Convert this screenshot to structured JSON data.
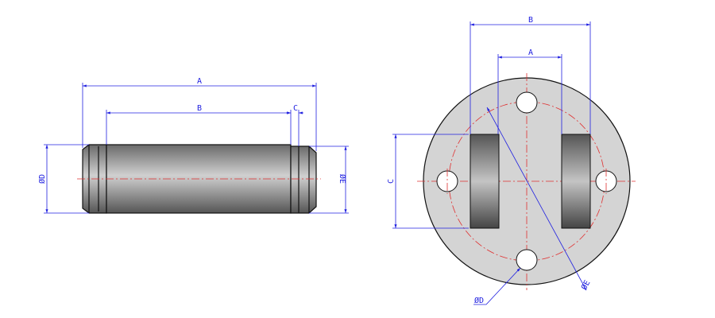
{
  "side_view": {
    "labels": {
      "A": "A",
      "B": "B",
      "C": "C",
      "D": "ØD",
      "E": "ØE"
    }
  },
  "front_view": {
    "labels": {
      "A": "A",
      "B": "B",
      "C": "C",
      "D": "ØD",
      "E": "ØE"
    }
  },
  "colors": {
    "dimension": "#2020e0",
    "centerline": "#e03030",
    "plate": "#d4d4d4"
  }
}
